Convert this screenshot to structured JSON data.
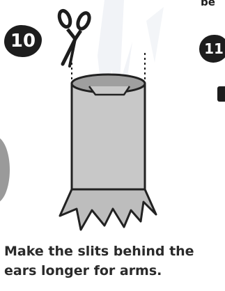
{
  "steps": {
    "current": {
      "number": "10",
      "icon": "scissors-icon"
    },
    "next": {
      "number": "11"
    }
  },
  "cropped_top_text": "be",
  "caption_lines": [
    "Make the slits behind the",
    "ears longer for arms."
  ],
  "colors": {
    "badge": "#1d1d1d",
    "tube_fill": "#c7c7c7",
    "tube_top": "#9e9e9e",
    "text": "#2a2a2a"
  }
}
